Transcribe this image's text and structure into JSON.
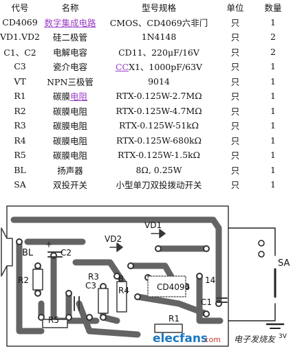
{
  "table": {
    "headers": [
      "代号",
      "名称",
      "型号规格",
      "单位",
      "数量"
    ],
    "rows": [
      {
        "code": "CD4069",
        "name": "数字集成电路",
        "name_link": true,
        "spec_pre": "",
        "spec_link": "",
        "spec": "CMOS、CD4069六非门",
        "unit": "只",
        "qty": "1"
      },
      {
        "code": "VD1.VD2",
        "name": "硅二极管",
        "name_link": false,
        "spec_pre": "",
        "spec_link": "",
        "spec": "1N4148",
        "unit": "只",
        "qty": "2"
      },
      {
        "code": "C1、C2",
        "name": "电解电容",
        "name_link": false,
        "spec_pre": "",
        "spec_link": "",
        "spec": "CD11、220μF/16V",
        "unit": "只",
        "qty": "2"
      },
      {
        "code": "C3",
        "name": "瓷介电容",
        "name_link": false,
        "spec_pre": "",
        "spec_link": "CC",
        "spec": "X1、1000pF/63V",
        "unit": "只",
        "qty": "1"
      },
      {
        "code": "VT",
        "name": "NPN三极管",
        "name_link": false,
        "spec_pre": "",
        "spec_link": "",
        "spec": "9014",
        "unit": "只",
        "qty": "1"
      },
      {
        "code": "R1",
        "name": "碳膜电阻",
        "name_link": true,
        "spec_pre": "",
        "spec_link": "",
        "spec": "RTX-0.125W-2.7MΩ",
        "unit": "只",
        "qty": "1"
      },
      {
        "code": "R2",
        "name": "碳膜电阻",
        "name_link": false,
        "spec_pre": "",
        "spec_link": "",
        "spec": "RTX-0.125W-4.7MΩ",
        "unit": "只",
        "qty": "1"
      },
      {
        "code": "R3",
        "name": "碳膜电阻",
        "name_link": false,
        "spec_pre": "",
        "spec_link": "",
        "spec": "RTX-0.125W-51kΩ",
        "unit": "只",
        "qty": "1"
      },
      {
        "code": "R4",
        "name": "碳膜电阻",
        "name_link": false,
        "spec_pre": "",
        "spec_link": "",
        "spec": "RTX-0.125W-680kΩ",
        "unit": "只",
        "qty": "1"
      },
      {
        "code": "R5",
        "name": "碳膜电阻",
        "name_link": false,
        "spec_pre": "",
        "spec_link": "",
        "spec": "RTX-0.125W-1.5kΩ",
        "unit": "只",
        "qty": "1"
      },
      {
        "code": "BL",
        "name": "扬声器",
        "name_link": false,
        "spec_pre": "",
        "spec_link": "",
        "spec": "8Ω, 0.25W",
        "unit": "只",
        "qty": "1"
      },
      {
        "code": "SA",
        "name": "双投开关",
        "name_link": false,
        "spec_pre": "",
        "spec_link": "",
        "spec": "小型单刀双投拨动开关",
        "unit": "只",
        "qty": "1"
      }
    ]
  },
  "name_link_parts": {
    "row0": "数字集成电路",
    "row5_plain": "碳膜",
    "row5_link": "电阻"
  },
  "pcb": {
    "labels": {
      "bl": "BL",
      "c2": "C2",
      "vd2": "VD2",
      "vd1": "VD1",
      "r2": "R2",
      "r3": "R3",
      "c3": "C3",
      "r4": "R4",
      "pin8": "8",
      "ic": "CD4096",
      "pin14": "14",
      "c1": "C1",
      "r5": "R5",
      "r1": "R1",
      "sa": "SA",
      "plus": "+",
      "batt_v": "3V"
    }
  },
  "watermark": {
    "brand": "elecfans",
    "domain": ".com",
    "cn": "电子发烧友"
  },
  "colors": {
    "link": "#9b3cc8",
    "trace": "#3a3a3a",
    "board": "#ffffff"
  }
}
